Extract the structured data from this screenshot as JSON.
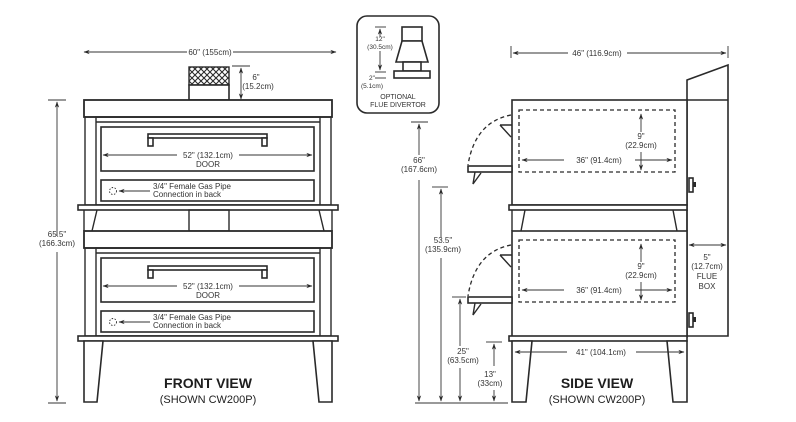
{
  "front_view": {
    "title": "FRONT VIEW",
    "subtitle": "(SHOWN CW200P)",
    "width_label": "60\" (155cm)",
    "flue_height": {
      "in": "6\"",
      "cm": "(15.2cm)"
    },
    "height": {
      "in": "65.5\"",
      "cm": "(166.3cm)"
    },
    "upper_deck": {
      "door_dim": "52\" (132.1cm)",
      "door_label": "DOOR",
      "gas_line1": "3/4\" Female Gas Pipe",
      "gas_line2": "Connection in back"
    },
    "lower_deck": {
      "door_dim": "52\" (132.1cm)",
      "door_label": "DOOR",
      "gas_line1": "3/4\" Female Gas Pipe",
      "gas_line2": "Connection in back"
    }
  },
  "flue_divertor": {
    "top_dim": {
      "in": "12\"",
      "cm": "(30.5cm)"
    },
    "bottom_dim": {
      "in": "2\"",
      "cm": "(5.1cm)"
    },
    "label_line1": "OPTIONAL",
    "label_line2": "FLUE DIVERTOR"
  },
  "side_view": {
    "title": "SIDE VIEW",
    "subtitle": "(SHOWN CW200P)",
    "depth_label": "46\" (116.9cm)",
    "total_height": {
      "in": "66\"",
      "cm": "(167.6cm)"
    },
    "upper_door_height": {
      "in": "53.5\"",
      "cm": "(135.9cm)"
    },
    "lower_door_height": {
      "in": "25\"",
      "cm": "(63.5cm)"
    },
    "leg_height": {
      "in": "13\"",
      "cm": "(33cm)"
    },
    "leg_span": "41\" (104.1cm)",
    "upper_chamber": {
      "width": "36\" (91.4cm)",
      "height_in": "9\"",
      "height_cm": "(22.9cm)"
    },
    "lower_chamber": {
      "width": "36\" (91.4cm)",
      "height_in": "9\"",
      "height_cm": "(22.9cm)"
    },
    "flue_box": {
      "in": "5\"",
      "cm": "(12.7cm)",
      "label_line1": "FLUE",
      "label_line2": "BOX"
    }
  }
}
